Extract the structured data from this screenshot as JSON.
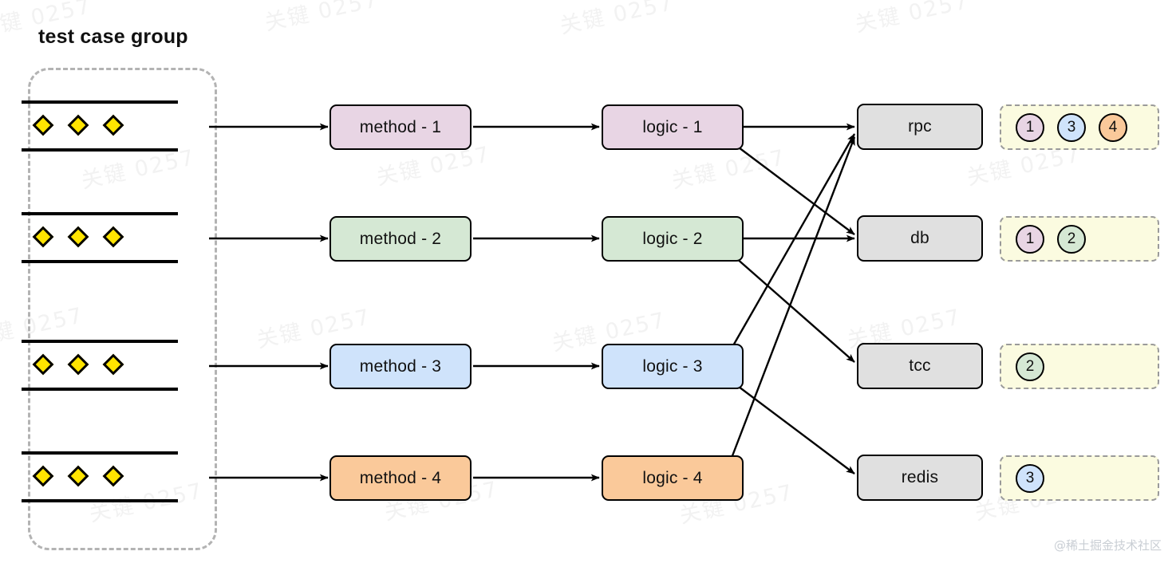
{
  "title": "test case group",
  "watermark": {
    "tile_text": "关键 0257",
    "site": "@稀土掘金技术社区"
  },
  "palette": {
    "pink": "#e8d5e4",
    "green": "#d5e8d4",
    "blue": "#cfe3fb",
    "orange": "#fac99a",
    "gray": "#e0e0e0",
    "result_bg": "#fbfbe0",
    "result_border": "#9a9a9a",
    "group_border": "#b3b3b3",
    "diamond": "#ffe400",
    "stroke": "#000000"
  },
  "testcase_group": {
    "label": "test case group",
    "rows": [
      {
        "name": "case-row-1",
        "diamonds": 3
      },
      {
        "name": "case-row-2",
        "diamonds": 3
      },
      {
        "name": "case-row-3",
        "diamonds": 3
      },
      {
        "name": "case-row-4",
        "diamonds": 3
      }
    ]
  },
  "columns": {
    "methods": [
      {
        "label": "method - 1",
        "color": "#e8d5e4"
      },
      {
        "label": "method - 2",
        "color": "#d5e8d4"
      },
      {
        "label": "method - 3",
        "color": "#cfe3fb"
      },
      {
        "label": "method - 4",
        "color": "#fac99a"
      }
    ],
    "logics": [
      {
        "label": "logic - 1",
        "color": "#e8d5e4"
      },
      {
        "label": "logic - 2",
        "color": "#d5e8d4"
      },
      {
        "label": "logic - 3",
        "color": "#cfe3fb"
      },
      {
        "label": "logic - 4",
        "color": "#fac99a"
      }
    ],
    "resources": [
      {
        "label": "rpc",
        "color": "#e0e0e0"
      },
      {
        "label": "db",
        "color": "#e0e0e0"
      },
      {
        "label": "tcc",
        "color": "#e0e0e0"
      },
      {
        "label": "redis",
        "color": "#e0e0e0"
      }
    ],
    "results": [
      {
        "for": "rpc",
        "chips": [
          {
            "label": "1",
            "color": "#e8d5e4"
          },
          {
            "label": "3",
            "color": "#cfe3fb"
          },
          {
            "label": "4",
            "color": "#fac99a"
          }
        ]
      },
      {
        "for": "db",
        "chips": [
          {
            "label": "1",
            "color": "#e8d5e4"
          },
          {
            "label": "2",
            "color": "#d5e8d4"
          }
        ]
      },
      {
        "for": "tcc",
        "chips": [
          {
            "label": "2",
            "color": "#d5e8d4"
          }
        ]
      },
      {
        "for": "redis",
        "chips": [
          {
            "label": "3",
            "color": "#cfe3fb"
          }
        ]
      }
    ]
  },
  "edges": [
    {
      "from": "case-row-1",
      "to": "method - 1"
    },
    {
      "from": "case-row-2",
      "to": "method - 2"
    },
    {
      "from": "case-row-3",
      "to": "method - 3"
    },
    {
      "from": "case-row-4",
      "to": "method - 4"
    },
    {
      "from": "method - 1",
      "to": "logic - 1"
    },
    {
      "from": "method - 2",
      "to": "logic - 2"
    },
    {
      "from": "method - 3",
      "to": "logic - 3"
    },
    {
      "from": "method - 4",
      "to": "logic - 4"
    },
    {
      "from": "logic - 1",
      "to": "rpc"
    },
    {
      "from": "logic - 1",
      "to": "db"
    },
    {
      "from": "logic - 2",
      "to": "db"
    },
    {
      "from": "logic - 2",
      "to": "tcc"
    },
    {
      "from": "logic - 3",
      "to": "rpc"
    },
    {
      "from": "logic - 3",
      "to": "redis"
    },
    {
      "from": "logic - 4",
      "to": "rpc"
    }
  ]
}
